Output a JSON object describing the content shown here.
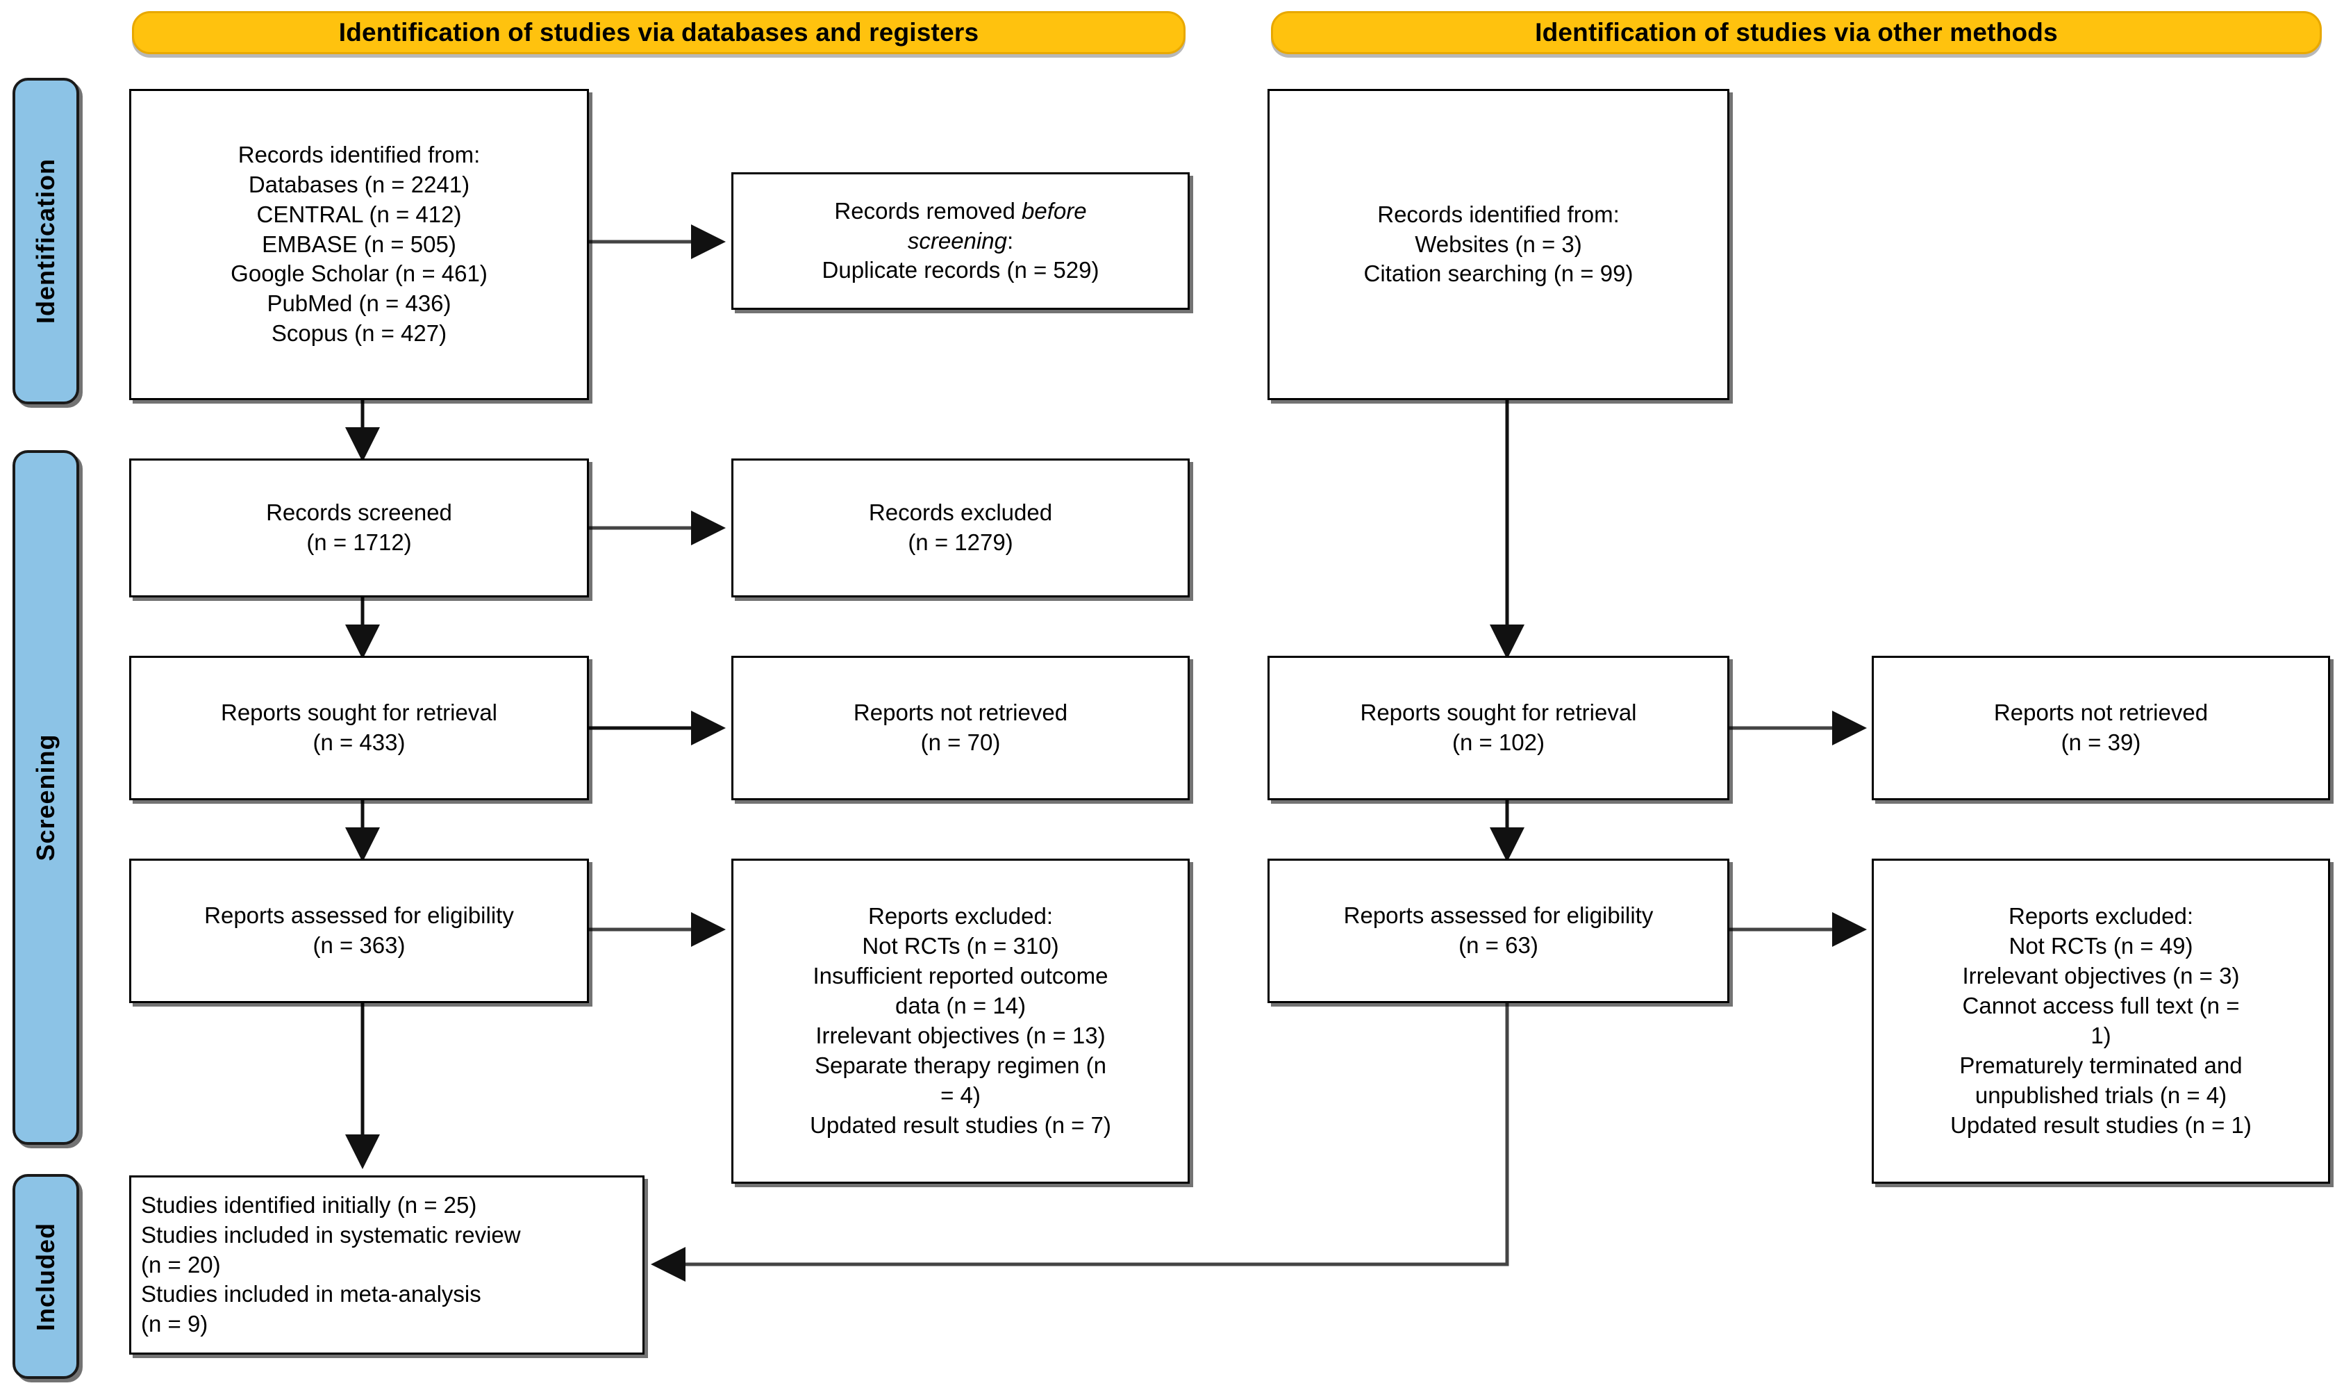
{
  "diagram": {
    "title": "PRISMA 2020 flow diagram",
    "colors": {
      "header_fill": "#FFC20E",
      "header_border": "#E8A800",
      "rail_fill": "#8CC3E6",
      "box_border": "#000000",
      "arrow": "#444444",
      "background": "#FFFFFF"
    }
  },
  "headers": {
    "databases": "Identification of studies via databases and registers",
    "other": "Identification of studies via other methods"
  },
  "rails": [
    {
      "key": "identification",
      "label": "Identification"
    },
    {
      "key": "screening",
      "label": "Screening"
    },
    {
      "key": "included",
      "label": "Included"
    }
  ],
  "boxes": {
    "db_records_identified": "Records identified from:\nDatabases (n = 2241)\nCENTRAL (n = 412)\nEMBASE (n = 505)\nGoogle Scholar (n = 461)\nPubMed (n = 436)\nScopus (n = 427)",
    "db_records_removed_line1": "Records removed ",
    "db_records_removed_em": "before",
    "db_records_removed_line2": "screening",
    "db_records_removed_line3": ":\nDuplicate records (n = 529)",
    "db_records_screened": "Records screened\n(n = 1712)",
    "db_records_excluded": "Records excluded\n(n = 1279)",
    "db_reports_sought": "Reports sought for retrieval\n(n = 433)",
    "db_reports_not_retrieved": "Reports not retrieved\n(n = 70)",
    "db_reports_assessed": "Reports assessed for eligibility\n(n = 363)",
    "db_reports_excluded": "Reports excluded:\nNot RCTs (n = 310)\nInsufficient reported outcome\ndata (n = 14)\nIrrelevant objectives (n = 13)\nSeparate therapy regimen (n\n= 4)\nUpdated result studies (n = 7)",
    "other_records_identified": "Records identified from:\nWebsites (n = 3)\nCitation searching (n = 99)",
    "other_reports_sought": "Reports sought for retrieval\n(n = 102)",
    "other_reports_not_retrieved": "Reports not retrieved\n(n = 39)",
    "other_reports_assessed": "Reports assessed for eligibility\n(n = 63)",
    "other_reports_excluded": "Reports excluded:\nNot RCTs (n = 49)\nIrrelevant objectives (n = 3)\nCannot access full text (n =\n1)\nPrematurely terminated and\nunpublished trials (n = 4)\nUpdated result studies (n = 1)",
    "included_studies": "Studies identified initially (n = 25)\nStudies included in systematic review\n(n = 20)\nStudies included in meta-analysis\n(n = 9)"
  },
  "counts": {
    "databases_n": 2241,
    "central_n": 412,
    "embase_n": 505,
    "google_scholar_n": 461,
    "pubmed_n": 436,
    "scopus_n": 427,
    "duplicates_removed_n": 529,
    "records_screened_n": 1712,
    "records_excluded_n": 1279,
    "reports_sought_n": 433,
    "reports_not_retrieved_n": 70,
    "reports_assessed_n": 363,
    "excluded_not_rcts_n": 310,
    "excluded_insufficient_data_n": 14,
    "excluded_irrelevant_objectives_n": 13,
    "excluded_separate_therapy_n": 4,
    "excluded_updated_result_n": 7,
    "other_websites_n": 3,
    "other_citation_searching_n": 99,
    "other_reports_sought_n": 102,
    "other_reports_not_retrieved_n": 39,
    "other_reports_assessed_n": 63,
    "other_excluded_not_rcts_n": 49,
    "other_excluded_irrelevant_objectives_n": 3,
    "other_excluded_no_full_text_n": 1,
    "other_excluded_terminated_unpublished_n": 4,
    "other_excluded_updated_result_n": 1,
    "studies_identified_initially_n": 25,
    "studies_in_systematic_review_n": 20,
    "studies_in_meta_analysis_n": 9
  }
}
